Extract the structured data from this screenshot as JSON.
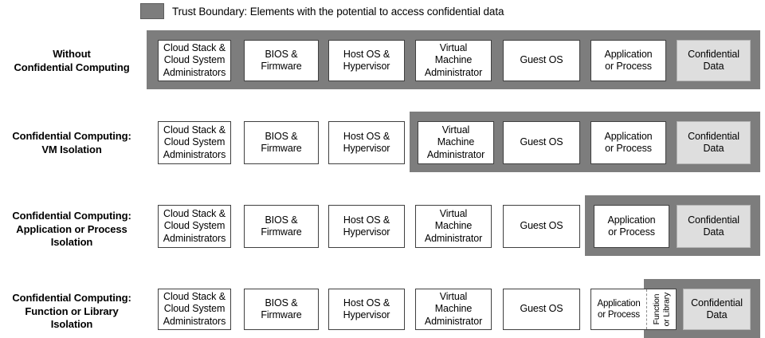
{
  "legend": {
    "swatch_name": "trust-boundary-swatch",
    "swatch_color": "#7d7d7d",
    "text": "Trust Boundary: Elements with the potential to access confidential data"
  },
  "colors": {
    "boundary": "#7d7d7d",
    "box_fill": "#ffffff",
    "box_border": "#404040",
    "confidential_fill": "#dedede",
    "confidential_border": "#b4b4b4"
  },
  "columns": [
    "Cloud Stack & Cloud System Administrators",
    "BIOS & Firmware",
    "Host OS & Hypervisor",
    "Virtual Machine Administrator",
    "Guest OS",
    "Application or Process",
    "Confidential Data"
  ],
  "rows": [
    {
      "label": "Without\nConfidential Computing",
      "label_lines": [
        "Without",
        "Confidential Computing"
      ],
      "boundary_starts_at": "Cloud Stack & Cloud System Administrators",
      "cells": [
        "Cloud Stack &\nCloud System\nAdministrators",
        "BIOS &\nFirmware",
        "Host OS &\nHypervisor",
        "Virtual\nMachine\nAdministrator",
        "Guest OS",
        "Application\nor Process",
        "Confidential\nData"
      ]
    },
    {
      "label": "Confidential Computing:\nVM Isolation",
      "label_lines": [
        "Confidential Computing:",
        "VM Isolation"
      ],
      "boundary_starts_at": "Virtual Machine Administrator",
      "cells": [
        "Cloud Stack &\nCloud System\nAdministrators",
        "BIOS &\nFirmware",
        "Host OS &\nHypervisor",
        "Virtual\nMachine\nAdministrator",
        "Guest OS",
        "Application\nor Process",
        "Confidential\nData"
      ]
    },
    {
      "label": "Confidential Computing:\nApplication or Process\nIsolation",
      "label_lines": [
        "Confidential Computing:",
        "Application or Process",
        "Isolation"
      ],
      "boundary_starts_at": "Application or Process",
      "cells": [
        "Cloud Stack &\nCloud System\nAdministrators",
        "BIOS &\nFirmware",
        "Host OS &\nHypervisor",
        "Virtual\nMachine\nAdministrator",
        "Guest OS",
        "Application\nor Process",
        "Confidential\nData"
      ]
    },
    {
      "label": "Confidential Computing:\nFunction or Library\nIsolation",
      "label_lines": [
        "Confidential Computing:",
        "Function or Library",
        "Isolation"
      ],
      "boundary_starts_at": "Function or Library",
      "cells": [
        "Cloud Stack &\nCloud System\nAdministrators",
        "BIOS &\nFirmware",
        "Host OS &\nHypervisor",
        "Virtual\nMachine\nAdministrator",
        "Guest OS",
        "Application\nor Process",
        "Confidential\nData"
      ],
      "split_cell": {
        "app_label": "Application\nor Process",
        "function_label": "Function\nor Library",
        "function_orientation": "vertical-bottom-to-top"
      }
    }
  ]
}
